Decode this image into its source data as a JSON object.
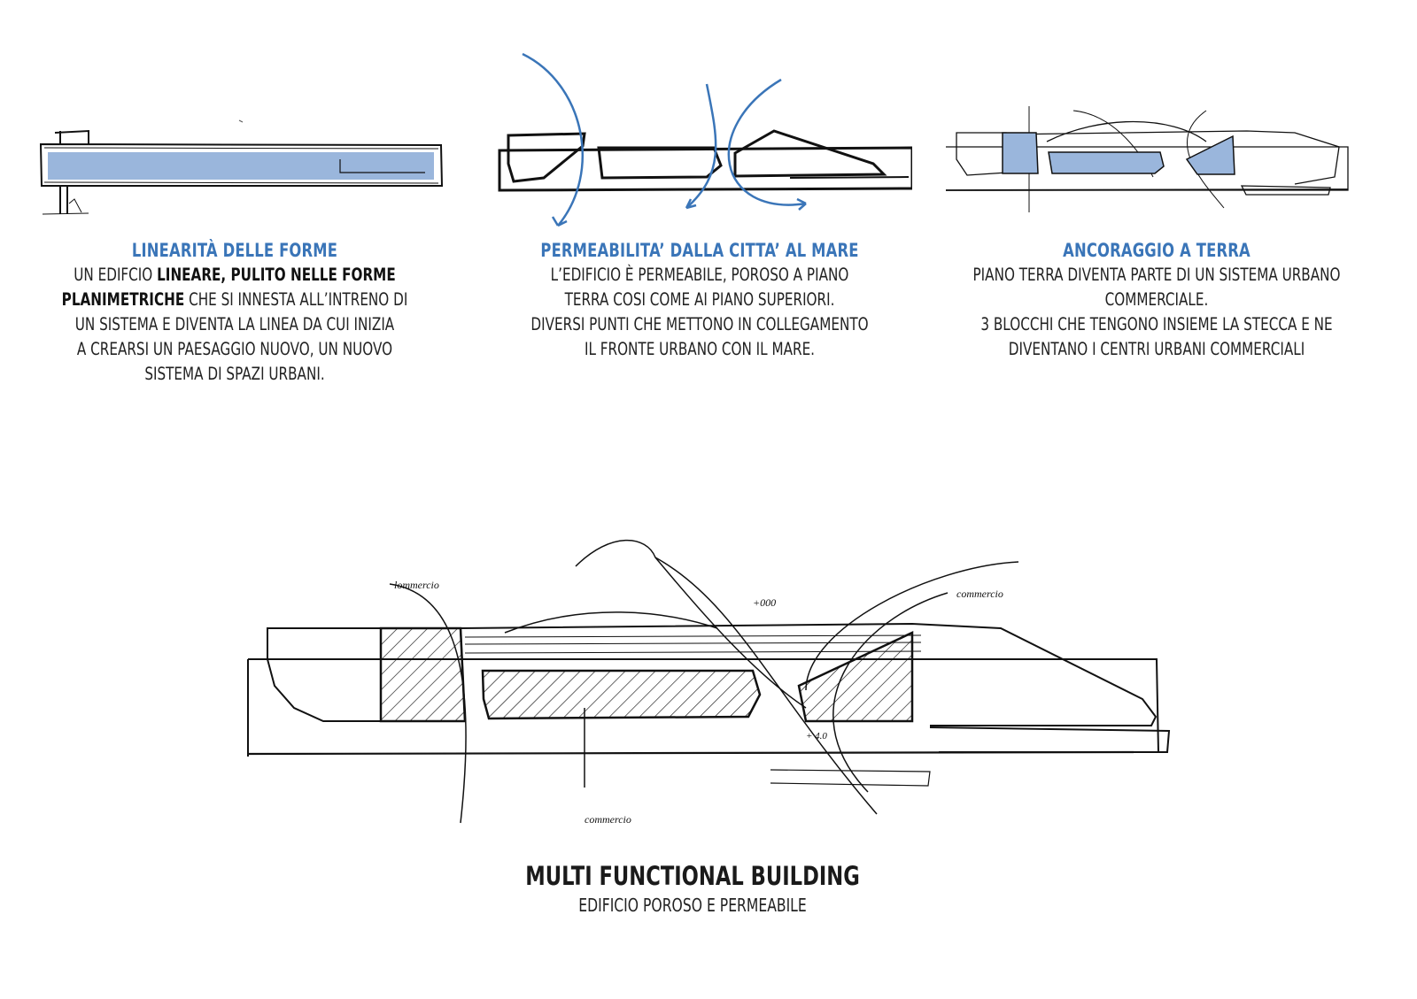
{
  "colors": {
    "accent_blue": "#3a75b8",
    "fill_blue": "#9ab6dc",
    "sketch_ink": "#111111"
  },
  "sections": [
    {
      "title": "LINEARITÀ DELLE FORME",
      "lines": [
        {
          "parts": [
            {
              "text": "UN EDIFCIO ",
              "bold": false
            },
            {
              "text": "LINEARE, PULITO NELLE FORME",
              "bold": true
            }
          ]
        },
        {
          "parts": [
            {
              "text": "PLANIMETRICHE",
              "bold": true
            },
            {
              "text": " CHE SI INNESTA ALL’INTRENO DI",
              "bold": false
            }
          ]
        },
        {
          "parts": [
            {
              "text": "UN SISTEMA E DIVENTA LA LINEA DA CUI INIZIA",
              "bold": false
            }
          ]
        },
        {
          "parts": [
            {
              "text": "A CREARSI UN PAESAGGIO NUOVO, UN NUOVO",
              "bold": false
            }
          ]
        },
        {
          "parts": [
            {
              "text": "SISTEMA DI SPAZI URBANI.",
              "bold": false
            }
          ]
        }
      ]
    },
    {
      "title": "PERMEABILITA’ DALLA CITTA’ AL MARE",
      "lines": [
        {
          "parts": [
            {
              "text": "L’EDIFICIO È PERMEABILE, POROSO A PIANO",
              "bold": false
            }
          ]
        },
        {
          "parts": [
            {
              "text": "TERRA COSI COME AI PIANO SUPERIORI.",
              "bold": false
            }
          ]
        },
        {
          "parts": [
            {
              "text": "DIVERSI PUNTI CHE METTONO IN COLLEGAMENTO",
              "bold": false
            }
          ]
        },
        {
          "parts": [
            {
              "text": "IL FRONTE URBANO CON IL MARE.",
              "bold": false
            }
          ]
        }
      ]
    },
    {
      "title": "ANCORAGGIO A TERRA",
      "lines": [
        {
          "parts": [
            {
              "text": "PIANO TERRA DIVENTA PARTE DI UN SISTEMA URBANO",
              "bold": false
            }
          ]
        },
        {
          "parts": [
            {
              "text": "COMMERCIALE.",
              "bold": false
            }
          ]
        },
        {
          "parts": [
            {
              "text": "3 BLOCCHI CHE TENGONO INSIEME LA STECCA E NE",
              "bold": false
            }
          ]
        },
        {
          "parts": [
            {
              "text": "DIVENTANO I CENTRI URBANI COMMERCIALI",
              "bold": false
            }
          ]
        }
      ]
    }
  ],
  "main": {
    "title": "MULTI FUNCTIONAL BUILDING",
    "subtitle": "EDIFICIO POROSO E PERMEABILE"
  }
}
